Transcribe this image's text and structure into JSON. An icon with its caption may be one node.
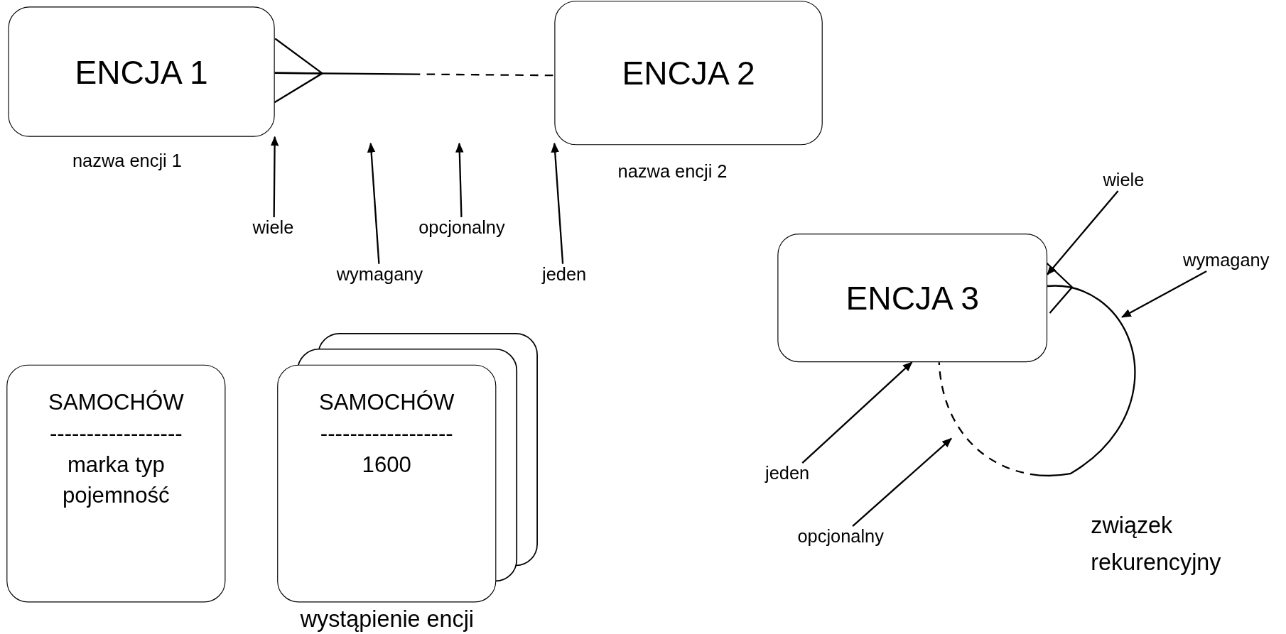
{
  "diagram": {
    "nodes": [
      {
        "text": [
          "ENCJA 1"
        ],
        "beside": [
          "nazwa encji 1"
        ]
      },
      {
        "text": [
          "ENCJA 2"
        ],
        "beside": [
          "nazwa encji 2"
        ]
      },
      {
        "text": [
          "ENCJA 3"
        ]
      },
      {
        "text": [
          "SAMOCHÓW",
          "------------------",
          "marka typ pojemność"
        ]
      },
      {
        "text": [
          "SAMOCHÓW",
          "------------------",
          "1600"
        ],
        "beside": [
          "wystąpienie encji"
        ]
      },
      {
        "text": [
          "wiele"
        ]
      },
      {
        "text": [
          "wymagany"
        ]
      },
      {
        "text": [
          "opcjonalny"
        ]
      },
      {
        "text": [
          "jeden"
        ]
      },
      {
        "text": [
          "wiele"
        ]
      },
      {
        "text": [
          "wymagany"
        ]
      },
      {
        "text": [
          "jeden"
        ]
      },
      {
        "text": [
          "opcjonalny"
        ]
      }
    ],
    "edges": [
      {
        "from": 0,
        "to": 1,
        "arrow": "other",
        "style": "dashed"
      },
      {
        "from": 2,
        "to": 2,
        "arrow": "other",
        "style": "dashed"
      },
      {
        "from": 5,
        "to": 0,
        "arrow": "to"
      },
      {
        "from": 6,
        "to": null,
        "arrow": "to"
      },
      {
        "from": 7,
        "to": null,
        "arrow": "to"
      },
      {
        "from": 8,
        "to": 1,
        "arrow": "to"
      },
      {
        "from": 9,
        "to": 2,
        "arrow": "to"
      },
      {
        "from": 10,
        "to": null,
        "arrow": "to"
      },
      {
        "from": 11,
        "to": 2,
        "arrow": "to"
      },
      {
        "from": 12,
        "to": null,
        "arrow": "to"
      }
    ],
    "labels": [
      "związek rekurencyjny"
    ]
  }
}
